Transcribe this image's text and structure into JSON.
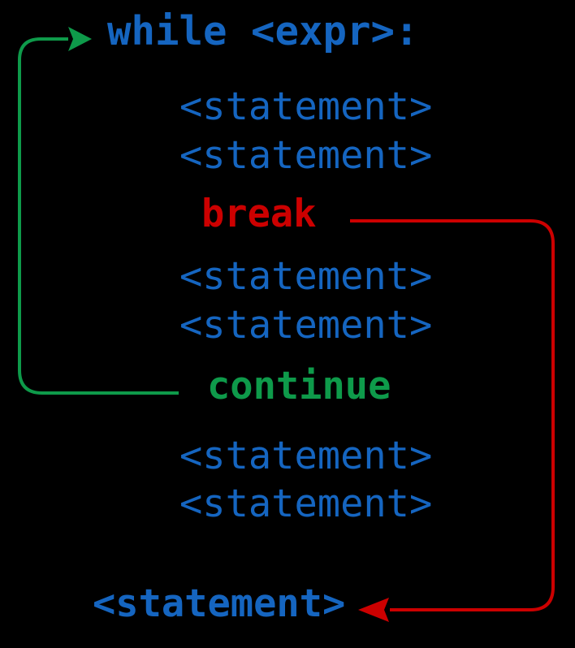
{
  "colors": {
    "background": "#000000",
    "blue": "#1565c0",
    "red": "#cc0000",
    "green": "#0e9a4a"
  },
  "code": {
    "while_line": "while <expr>:",
    "statement": "<statement>",
    "break_keyword": "break",
    "continue_keyword": "continue",
    "final_statement": "<statement>"
  }
}
